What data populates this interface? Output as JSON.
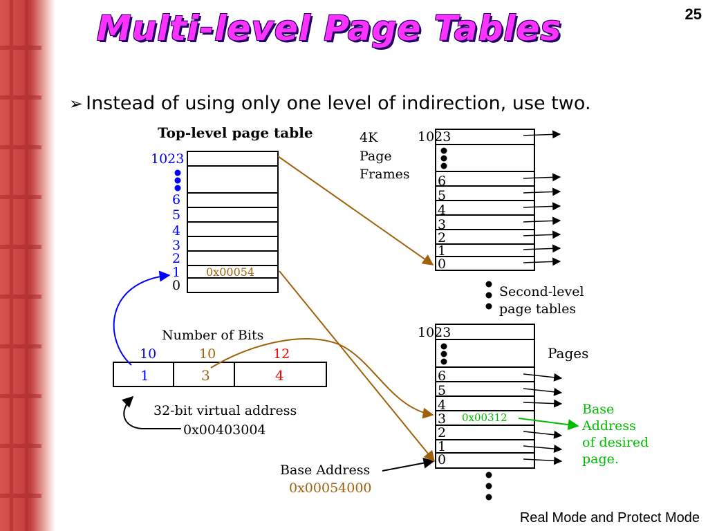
{
  "slide": {
    "number": "25",
    "title": "Multi-level Page Tables",
    "bullet": "Instead of using only one level of indirection, use two.",
    "footer": "Real Mode and Protect Mode"
  },
  "diagram": {
    "top_table_title": "Top-level  page  table",
    "top_labels": [
      "1023",
      "6",
      "5",
      "4",
      "3",
      "2",
      "1",
      "0"
    ],
    "top_entry_value": "0x00054",
    "frames_label": [
      "4K",
      "Page",
      "Frames"
    ],
    "second_level_label": [
      "Second-level",
      "page   tables"
    ],
    "table1_labels": [
      "1023",
      "6",
      "5",
      "4",
      "3",
      "2",
      "1",
      "0"
    ],
    "table2_labels": [
      "1023",
      "6",
      "5",
      "4",
      "3",
      "2",
      "1",
      "0"
    ],
    "pages_label": "Pages",
    "table2_entry_value": "0x00312",
    "desired_label": [
      "Base",
      "Address",
      "of  desired",
      "page."
    ],
    "bits_title": "Number  of  Bits",
    "bit_widths": [
      "10",
      "10",
      "12"
    ],
    "field_values": [
      "1",
      "3",
      "4"
    ],
    "va_label": "32-bit  virtual  address",
    "va_value": "0x00403004",
    "base_label": "Base  Address",
    "base_value": "0x00054000",
    "colors": {
      "blue": "#0000ff",
      "brown": "#a0600a",
      "red": "#ff0000",
      "green": "#00bb00",
      "title_fill": "#ff33ff",
      "title_outline": "#220066"
    }
  }
}
